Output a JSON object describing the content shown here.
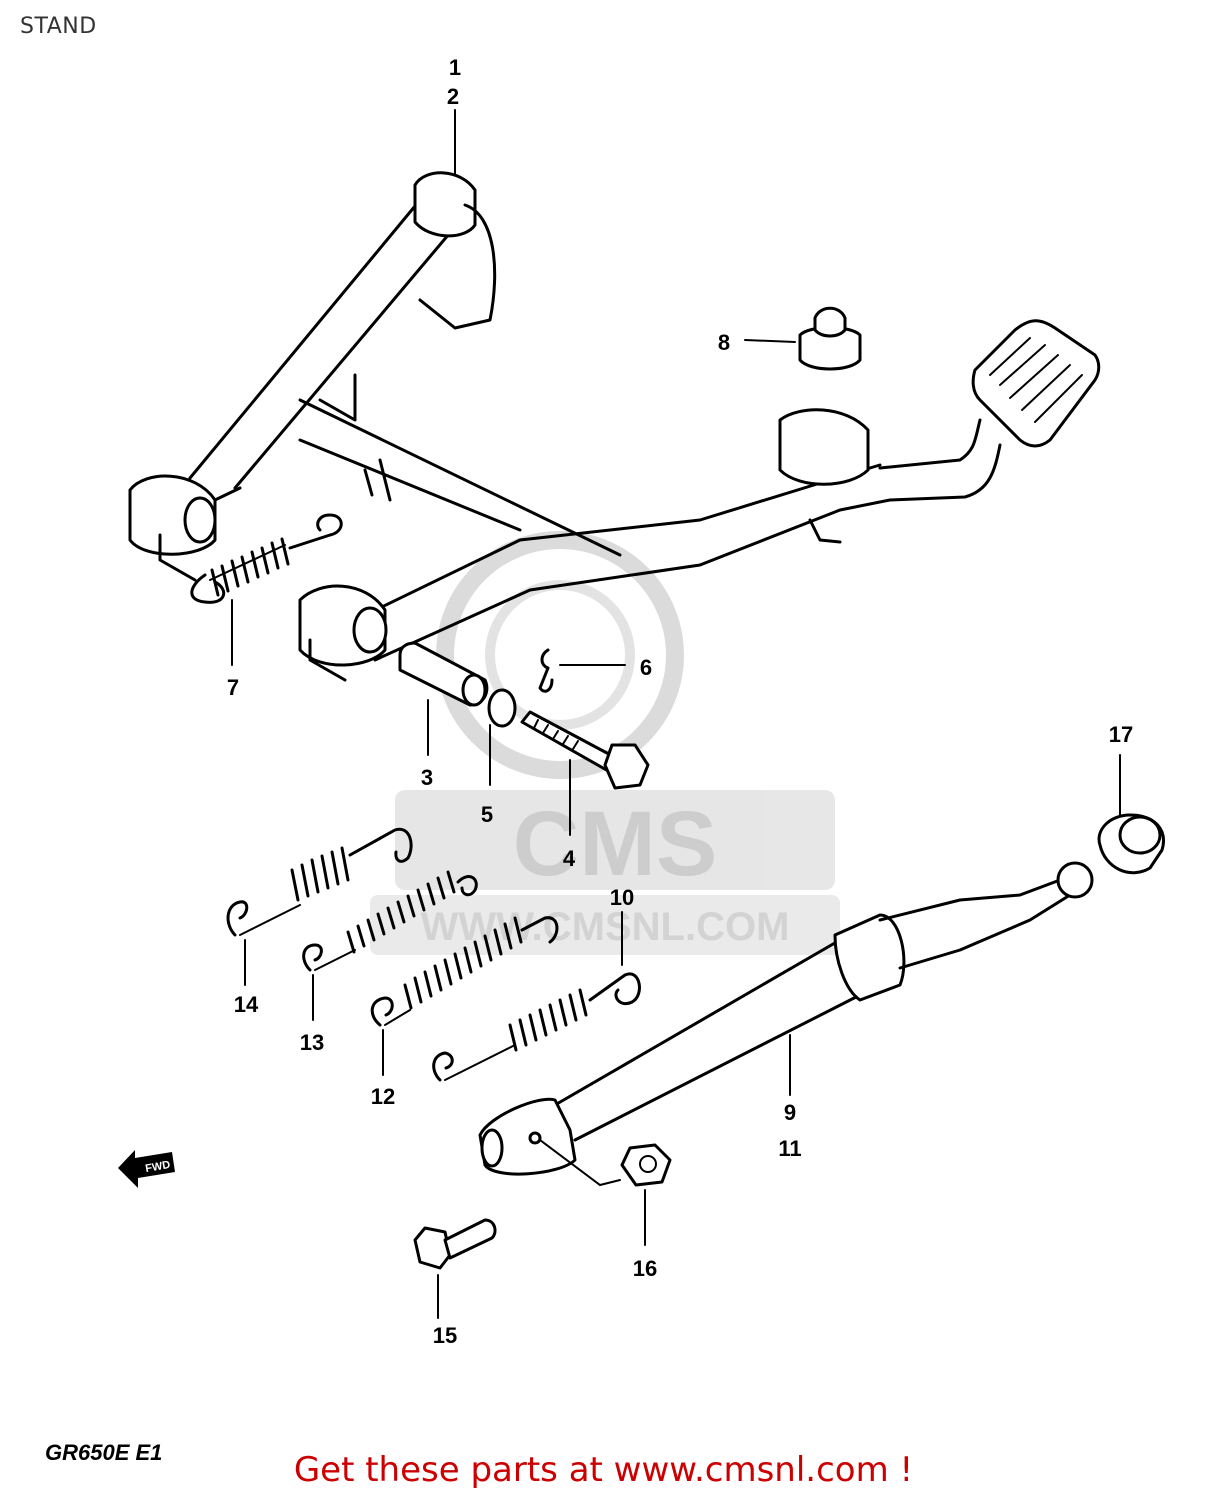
{
  "page": {
    "title": "STAND",
    "model_code": "GR650E E1",
    "call_to_action": "Get these parts at www.cmsnl.com !",
    "cta_color": "#cc0000"
  },
  "watermark": {
    "brand": "CMS",
    "url": "WWW.CMSNL.COM",
    "color": "#d4d4d4"
  },
  "direction_marker": {
    "text": "FWD",
    "icon": "forward-arrow-icon"
  },
  "parts": {
    "p1": "1",
    "p2": "2",
    "p3": "3",
    "p4": "4",
    "p5": "5",
    "p6": "6",
    "p7": "7",
    "p8": "8",
    "p9": "9",
    "p10": "10",
    "p11": "11",
    "p12": "12",
    "p13": "13",
    "p14": "14",
    "p15": "15",
    "p16": "16",
    "p17": "17"
  }
}
